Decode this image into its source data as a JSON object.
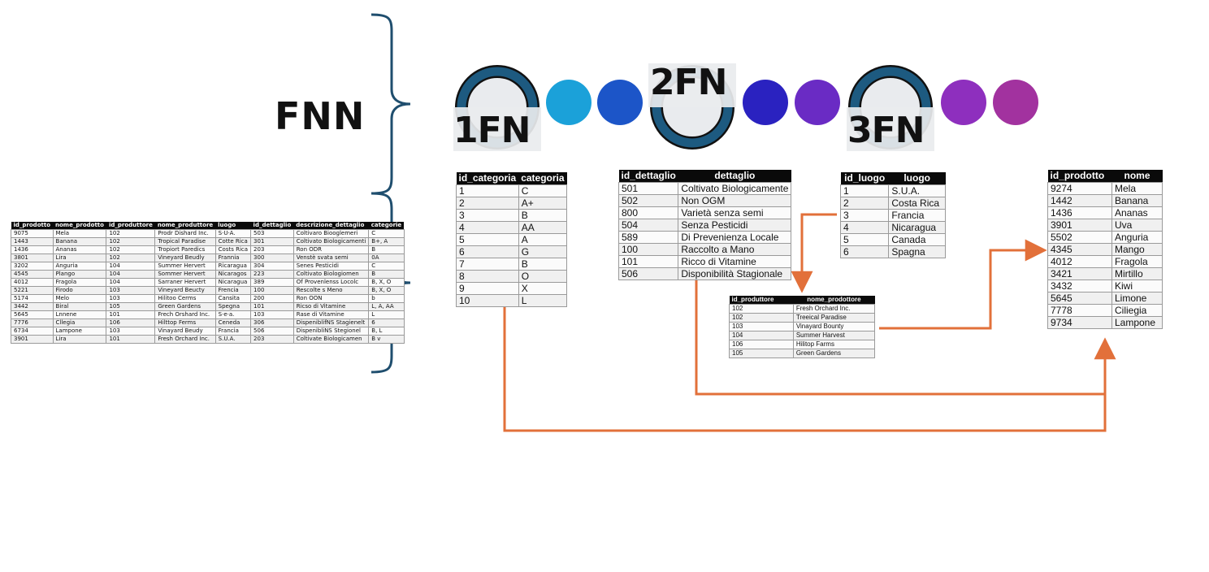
{
  "title": "FNN",
  "stages": [
    "1FN",
    "2FN",
    "3FN"
  ],
  "colors": {
    "ring": "#1d5a80",
    "arrow": "#e2703a",
    "brace": "#1f4e6e",
    "dots": [
      "#1ba1d9",
      "#1c55c8",
      "#2a22c0",
      "#6a2bc4",
      "#8e2fbe",
      "#a2329f"
    ]
  },
  "unnormalized": {
    "headers": [
      "id_prodotto",
      "nome_prodotto",
      "id_produttore",
      "nome_produttore",
      "luogo",
      "id_dettaglio",
      "descrizione_dettaglio",
      "categorie"
    ],
    "rows": [
      [
        "9075",
        "Mela",
        "102",
        "Prodr Dishard Inc.",
        "S·U·A.",
        "503",
        "Coltivaro Biooglemeri",
        "C"
      ],
      [
        "1443",
        "Banana",
        "102",
        "Tropical Paradise",
        "Cotte Rica",
        "301",
        "Coltivato Biologicamenti",
        "B+, A"
      ],
      [
        "1436",
        "Ananas",
        "102",
        "Tropiort Paredics",
        "Costs Rica",
        "203",
        "Ron ODR",
        "B"
      ],
      [
        "3801",
        "Lira",
        "102",
        "Vineyard Beudly",
        "Frannia",
        "300",
        "Venstè svata semi",
        "0A"
      ],
      [
        "3202",
        "Anguria",
        "104",
        "Summer Hervert",
        "Ricaragua",
        "304",
        "Senes Pesticidi",
        "C"
      ],
      [
        "4545",
        "Plango",
        "104",
        "Sommer Hervert",
        "Nicaragos",
        "223",
        "Coltivato Biologiomen",
        "B"
      ],
      [
        "4012",
        "Fragola",
        "104",
        "Sarraner Hervert",
        "Nicaragua",
        "389",
        "Of Provenlenss Locolc",
        "B, X, O"
      ],
      [
        "5221",
        "Firodo",
        "103",
        "Vineyard Beucty",
        "Frencia",
        "100",
        "Rescolte s Meno",
        "B, X, O"
      ],
      [
        "5174",
        "Melo",
        "103",
        "Hilitoo Cerms",
        "Cansita",
        "200",
        "Ron OON",
        "b"
      ],
      [
        "3442",
        "Biral",
        "105",
        "Green Gardens",
        "Spegna",
        "101",
        "Ricso di Vitamine",
        "L, A, AA"
      ],
      [
        "5645",
        "Lnnene",
        "101",
        "Frech Orshard Inc.",
        "S·e·a.",
        "103",
        "Rase di Vitamine",
        "L"
      ],
      [
        "7776",
        "Cllegia",
        "106",
        "Hilttop Ferms",
        "Ceneda",
        "306",
        "DispeniblifNS Stagienelt",
        "6"
      ],
      [
        "6734",
        "Lampone",
        "103",
        "Vinayard Beudy",
        "Francia",
        "506",
        "DispenibliNS Stegionel",
        "B, L"
      ],
      [
        "3901",
        "Lira",
        "101",
        "Fresh Orchard Inc.",
        "S.U.A.",
        "203",
        "Coltivate Biologicamen",
        "B v"
      ]
    ]
  },
  "categorie": {
    "headers": [
      "id_categoria",
      "categoria"
    ],
    "rows": [
      [
        "1",
        "C"
      ],
      [
        "2",
        "A+"
      ],
      [
        "3",
        "B"
      ],
      [
        "4",
        "AA"
      ],
      [
        "5",
        "A"
      ],
      [
        "6",
        "G"
      ],
      [
        "7",
        "B"
      ],
      [
        "8",
        "O"
      ],
      [
        "9",
        "X"
      ],
      [
        "10",
        "L"
      ]
    ]
  },
  "dettagli": {
    "headers": [
      "id_dettaglio",
      "dettaglio"
    ],
    "rows": [
      [
        "501",
        "Coltivato Biologicamente"
      ],
      [
        "502",
        "Non OGM"
      ],
      [
        "800",
        "Varietà senza semi"
      ],
      [
        "504",
        "Senza Pesticidi"
      ],
      [
        "589",
        "Di Prevenienza Locale"
      ],
      [
        "100",
        "Raccolto a Mano"
      ],
      [
        "101",
        "Ricco di Vitamine"
      ],
      [
        "506",
        "Disponibilità Stagionale"
      ]
    ]
  },
  "luoghi": {
    "headers": [
      "id_luogo",
      "luogo"
    ],
    "rows": [
      [
        "1",
        "S.U.A."
      ],
      [
        "2",
        "Costa Rica"
      ],
      [
        "3",
        "Francia"
      ],
      [
        "4",
        "Nicaragua"
      ],
      [
        "5",
        "Canada"
      ],
      [
        "6",
        "Spagna"
      ]
    ]
  },
  "produttori": {
    "headers": [
      "id_produttore",
      "nome_prodottore"
    ],
    "rows": [
      [
        "102",
        "Fresh Orchard Inc."
      ],
      [
        "102",
        "Treeical Paradise"
      ],
      [
        "103",
        "Vinayard Bounty"
      ],
      [
        "104",
        "Summer Harvest"
      ],
      [
        "106",
        "Hilitop Farms"
      ],
      [
        "105",
        "Green Gardens"
      ]
    ]
  },
  "prodotti": {
    "headers": [
      "id_prodotto",
      "nome"
    ],
    "rows": [
      [
        "9274",
        "Mela"
      ],
      [
        "1442",
        "Banana"
      ],
      [
        "1436",
        "Ananas"
      ],
      [
        "3901",
        "Uva"
      ],
      [
        "5502",
        "Anguria"
      ],
      [
        "4345",
        "Mango"
      ],
      [
        "4012",
        "Fragola"
      ],
      [
        "3421",
        "Mirtillo"
      ],
      [
        "3432",
        "Kiwi"
      ],
      [
        "5645",
        "Limone"
      ],
      [
        "7778",
        "Ciliegia"
      ],
      [
        "9734",
        "Lampone"
      ]
    ]
  }
}
